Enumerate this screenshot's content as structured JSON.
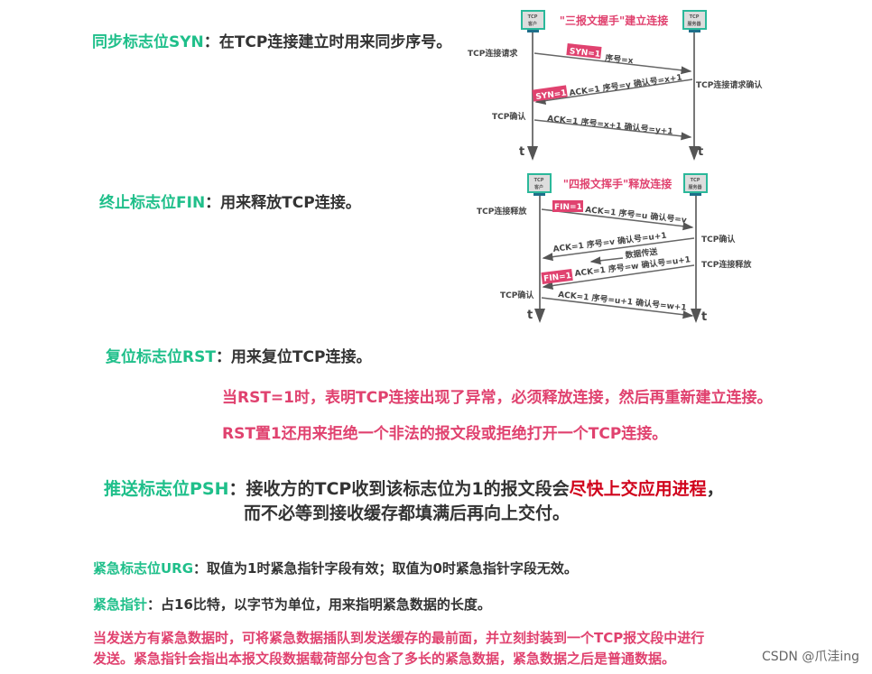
{
  "syn": {
    "title": "同步标志位SYN",
    "desc": "：在TCP连接建立时用来同步序号。"
  },
  "fin": {
    "title": "终止标志位FIN",
    "desc": "：用来释放TCP连接。"
  },
  "rst": {
    "title": "复位标志位RST",
    "desc": "：用来复位TCP连接。",
    "note1": "当RST=1时，表明TCP连接出现了异常，必须释放连接，然后再重新建立连接。",
    "note2": "RST置1还用来拒绝一个非法的报文段或拒绝打开一个TCP连接。"
  },
  "psh": {
    "title": "推送标志位PSH",
    "desc1": "：接收方的TCP收到该标志位为1的报文段会",
    "highlight": "尽快上交应用进程",
    "desc2": "，",
    "line2": "而不必等到接收缓存都填满后再向上交付。"
  },
  "urg": {
    "title": "紧急标志位URG",
    "desc": "：取值为1时紧急指针字段有效；取值为0时紧急指针字段无效。"
  },
  "ptr": {
    "title": "紧急指针",
    "desc": "：占16比特，以字节为单位，用来指明紧急数据的长度。"
  },
  "urgent_note": {
    "line1": "当发送方有紧急数据时，可将紧急数据插队到发送缓存的最前面，并立刻封装到一个TCP报文段中进行",
    "line2": "发送。紧急指针会指出本报文段数据载荷部分包含了多长的紧急数据，紧急数据之后是普通数据。"
  },
  "handshake": {
    "title": "\"三报文握手\"建立连接",
    "client": "TCP",
    "client_sub": "客户",
    "server": "TCP",
    "server_sub": "服务器",
    "steps": [
      {
        "left": "TCP连接请求",
        "tag": "SYN=1",
        "msg": "序号=x"
      },
      {
        "right": "TCP连接请求确认",
        "tag": "SYN=1",
        "msg": "ACK=1  序号=y  确认号=x+1"
      },
      {
        "left": "TCP确认",
        "msg": "ACK=1  序号=x+1  确认号=y+1"
      }
    ],
    "t": "t"
  },
  "wave": {
    "title": "\"四报文挥手\"释放连接",
    "client": "TCP",
    "client_sub": "客户",
    "server": "TCP",
    "server_sub": "服务器",
    "steps": [
      {
        "left": "TCP连接释放",
        "tag": "FIN=1",
        "msg": "ACK=1  序号=u  确认号=v"
      },
      {
        "right": "TCP确认",
        "msg": "ACK=1  序号=v  确认号=u+1"
      },
      {
        "data": "数据传送"
      },
      {
        "right": "TCP连接释放",
        "tag": "FIN=1",
        "msg": "ACK=1  序号=w  确认号=u+1"
      },
      {
        "left": "TCP确认",
        "msg": "ACK=1  序号=u+1  确认号=w+1"
      }
    ],
    "t": "t"
  },
  "watermark": "CSDN @爪洼ing"
}
